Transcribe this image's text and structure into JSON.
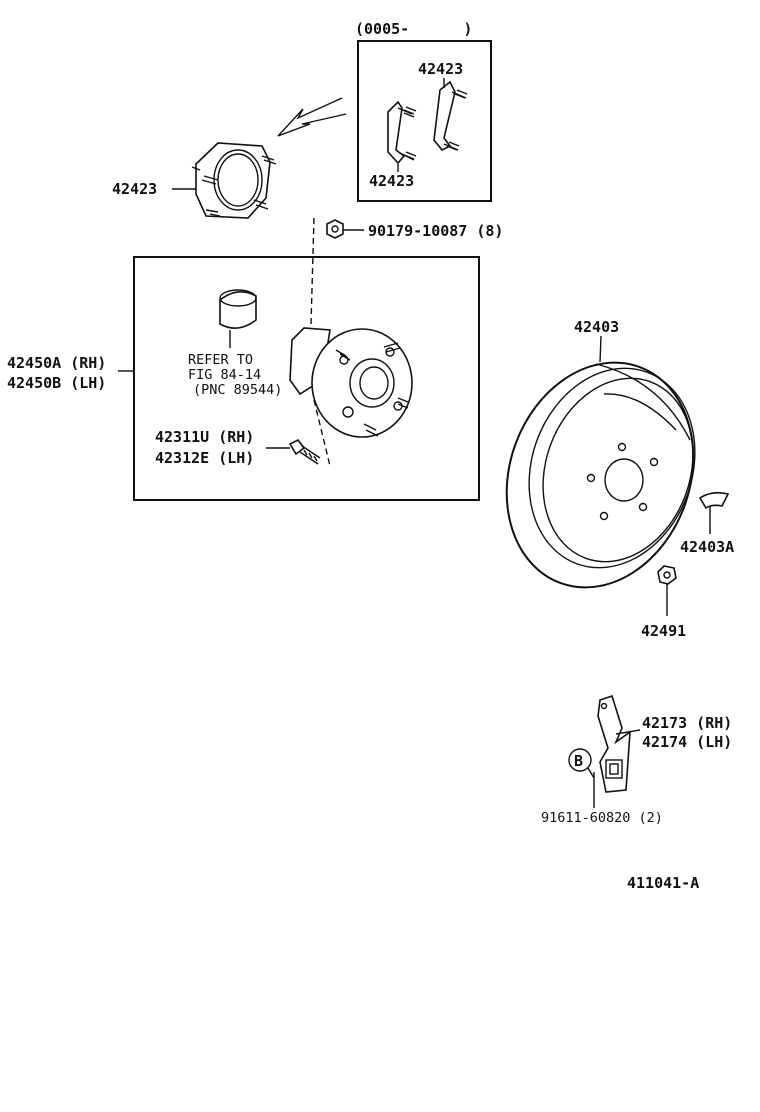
{
  "labels": {
    "inset_serial": "(0005-      )",
    "inset_top_part": "42423",
    "inset_bottom_part": "42423",
    "shield_part": "42423",
    "nut_part": "90179-10087 (8)",
    "hub_rh": "42450A (RH)",
    "hub_lh": "42450B (LH)",
    "refer_line1": "REFER TO",
    "refer_line2": "FIG 84-14",
    "refer_line3": "(PNC 89544)",
    "bolt_rh": "42311U (RH)",
    "bolt_lh": "42312E (LH)",
    "drum_part": "42403",
    "plug_part": "42403A",
    "cap_part": "42491",
    "bracket_rh": "42173 (RH)",
    "bracket_lh": "42174 (LH)",
    "circle_mark": "B",
    "screw_part": "91611-60820 (2)",
    "diagram_code": "411041-A"
  },
  "colors": {
    "ink": "#111111",
    "paper": "#ffffff"
  }
}
